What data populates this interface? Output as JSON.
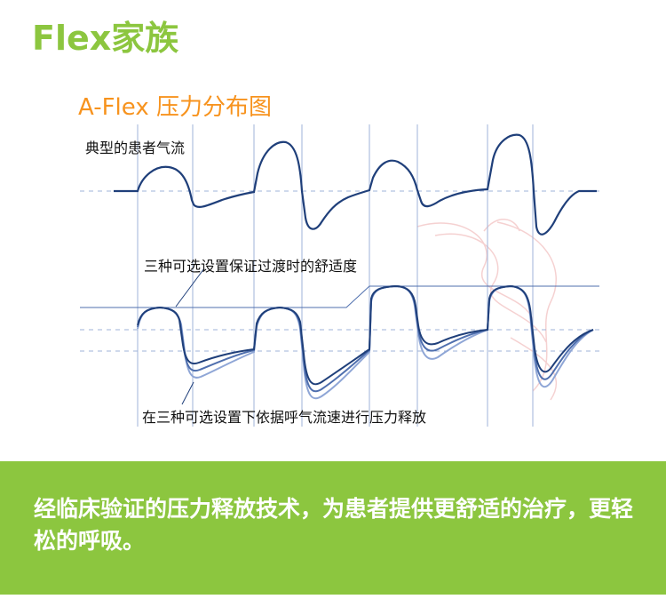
{
  "header": {
    "brand_title": "Flex家族",
    "diagram_title": "A-Flex 压力分布图"
  },
  "diagram": {
    "label_typical_flow": "典型的患者气流",
    "label_three_settings": "三种可选设置保证过渡时的舒适度",
    "label_pressure_release": "在三种可选设置下依据呼气流速进行压力释放"
  },
  "banner": {
    "text": "经临床验证的压力释放技术，为患者提供更舒适的治疗，更轻松的呼吸。"
  },
  "colors": {
    "brand_green": "#8cc63f",
    "title_orange": "#f7931e",
    "curve_dark": "#1f3f7a",
    "curve_mid": "#4f6fae",
    "curve_light": "#8fa6d6",
    "grid_line": "#9fb3d9"
  }
}
